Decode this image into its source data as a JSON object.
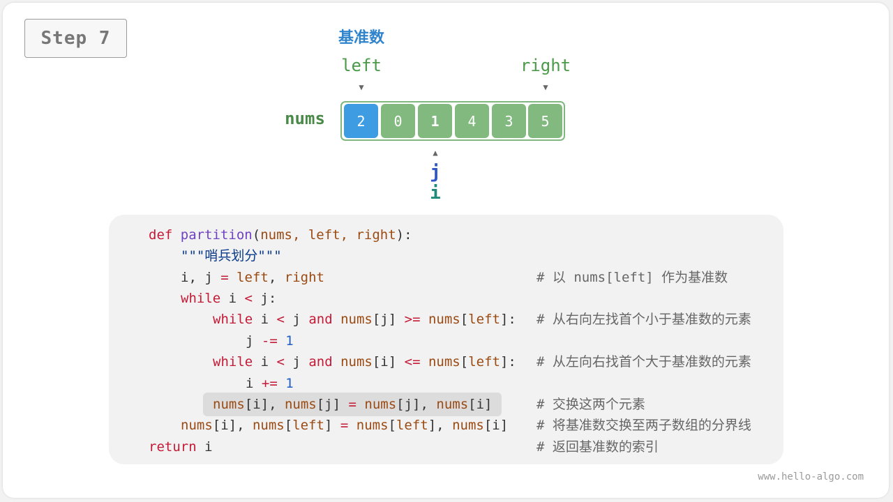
{
  "step_label": "Step 7",
  "pivot_label": "基准数",
  "pointers": {
    "left": "left",
    "right": "right",
    "j": "j",
    "i": "i"
  },
  "array_label": "nums",
  "array": [
    "2",
    "0",
    "1",
    "4",
    "3",
    "5"
  ],
  "code": {
    "line1": {
      "kw": "def",
      "fn": "partition",
      "args": "nums, left, right"
    },
    "line2": "\"\"\"哨兵划分\"\"\"",
    "comments": [
      "# 以 nums[left] 作为基准数",
      "# 从右向左找首个小于基准数的元素",
      "# 从左向右找首个大于基准数的元素",
      "# 交换这两个元素",
      "# 将基准数交换至两子数组的分界线",
      "# 返回基准数的索引"
    ]
  },
  "footer": "www.hello-algo.com",
  "colors": {
    "pivot_cell": "#3d9ce2",
    "cell": "#82b97f",
    "pointer_text": "#4a9a48",
    "j_pointer": "#2d57c8",
    "i_pointer": "#1f8a7a",
    "highlight_line": "#dcdcdc"
  }
}
